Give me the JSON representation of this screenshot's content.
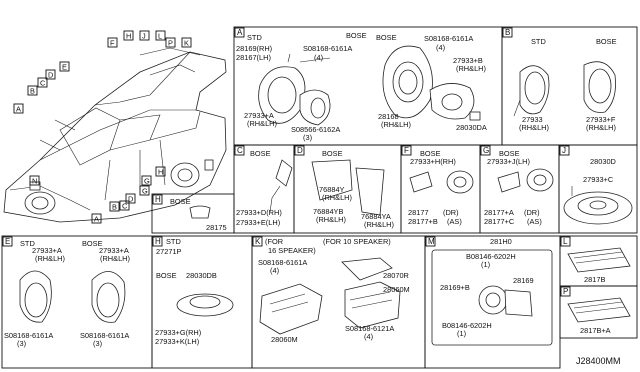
{
  "diagram_code": "J28400MM",
  "car_callouts": [
    "H",
    "J",
    "L",
    "P",
    "K",
    "F",
    "E",
    "D",
    "C",
    "B",
    "A",
    "C",
    "G",
    "H",
    "N",
    "A",
    "B",
    "D",
    "G"
  ],
  "sections": {
    "A": {
      "letter": "A",
      "std": "STD",
      "bose": "BOSE",
      "p1": "28169(RH)",
      "p2": "28167(LH)",
      "b1": "S08168-6161A",
      "b1q": "(4)",
      "p3": "27933+A",
      "p3s": "(RH&LH)",
      "b2": "S08566-6162A",
      "b2q": "(3)",
      "b3": "S08168-6161A",
      "b3q": "(4)",
      "p4": "27933+B",
      "p4s": "(RH&LH)",
      "p5": "28168",
      "p5s": "(RH&LH)",
      "p6": "28030DA"
    },
    "B": {
      "letter": "B",
      "std": "STD",
      "bose": "BOSE",
      "p1": "27933",
      "p1s": "(RH&LH)",
      "p2": "27933+F",
      "p2s": "(RH&LH)"
    },
    "C": {
      "letter": "C",
      "bose": "BOSE",
      "p1": "27933+D(RH)",
      "p2": "27933+E(LH)"
    },
    "D": {
      "letter": "D",
      "bose": "BOSE",
      "p1": "76884Y",
      "p1s": "(RH&LH)",
      "p2": "76884YB",
      "p2s": "(RH&LH)",
      "p3": "76884YA",
      "p3s": "(RH&LH)"
    },
    "F": {
      "letter": "F",
      "bose": "BOSE",
      "p1": "27933+H(RH)",
      "p2": "28177",
      "p2s": "(DR)",
      "p3": "28177+B",
      "p3s": "(AS)"
    },
    "G": {
      "letter": "G",
      "bose": "BOSE",
      "p1": "27933+J(LH)",
      "p2": "28177+A",
      "p2s": "(DR)",
      "p3": "28177+C",
      "p3s": "(AS)"
    },
    "J": {
      "letter": "J",
      "p1": "28030D",
      "p2": "27933+C"
    },
    "H1": {
      "letter": "H",
      "bose": "BOSE",
      "p1": "28175"
    },
    "E": {
      "letter": "E",
      "std": "STD",
      "bose": "BOSE",
      "p1": "27933+A",
      "p1s": "(RH&LH)",
      "p2": "27933+A",
      "p2s": "(RH&LH)",
      "b1": "S08168-6161A",
      "b1q": "(3)",
      "b2": "S08168-6161A",
      "b2q": "(3)"
    },
    "H2": {
      "letter": "H",
      "std": "STD",
      "bose": "BOSE",
      "p1": "27271P",
      "p2": "28030DB",
      "p3": "27933+G(RH)",
      "p4": "27933+K(LH)"
    },
    "K": {
      "letter": "K",
      "t1": "(FOR",
      "t2": "16 SPEAKER)",
      "t3": "(FOR 10 SPEAKER)",
      "b1": "S08168-6161A",
      "b1q": "(4)",
      "p1": "28070R",
      "p2": "28060M",
      "p3": "28060M",
      "b2": "S08168-6121A",
      "b2q": "(4)"
    },
    "M": {
      "letter": "M",
      "p1": "281H0",
      "b1": "B08146-6202H",
      "b1q": "(1)",
      "p2": "28169+B",
      "p3": "28169",
      "b2": "B08146-6202H",
      "b2q": "(1)"
    },
    "L": {
      "letter": "L",
      "p1": "2817B"
    },
    "P": {
      "letter": "P",
      "p1": "2817B+A"
    }
  }
}
